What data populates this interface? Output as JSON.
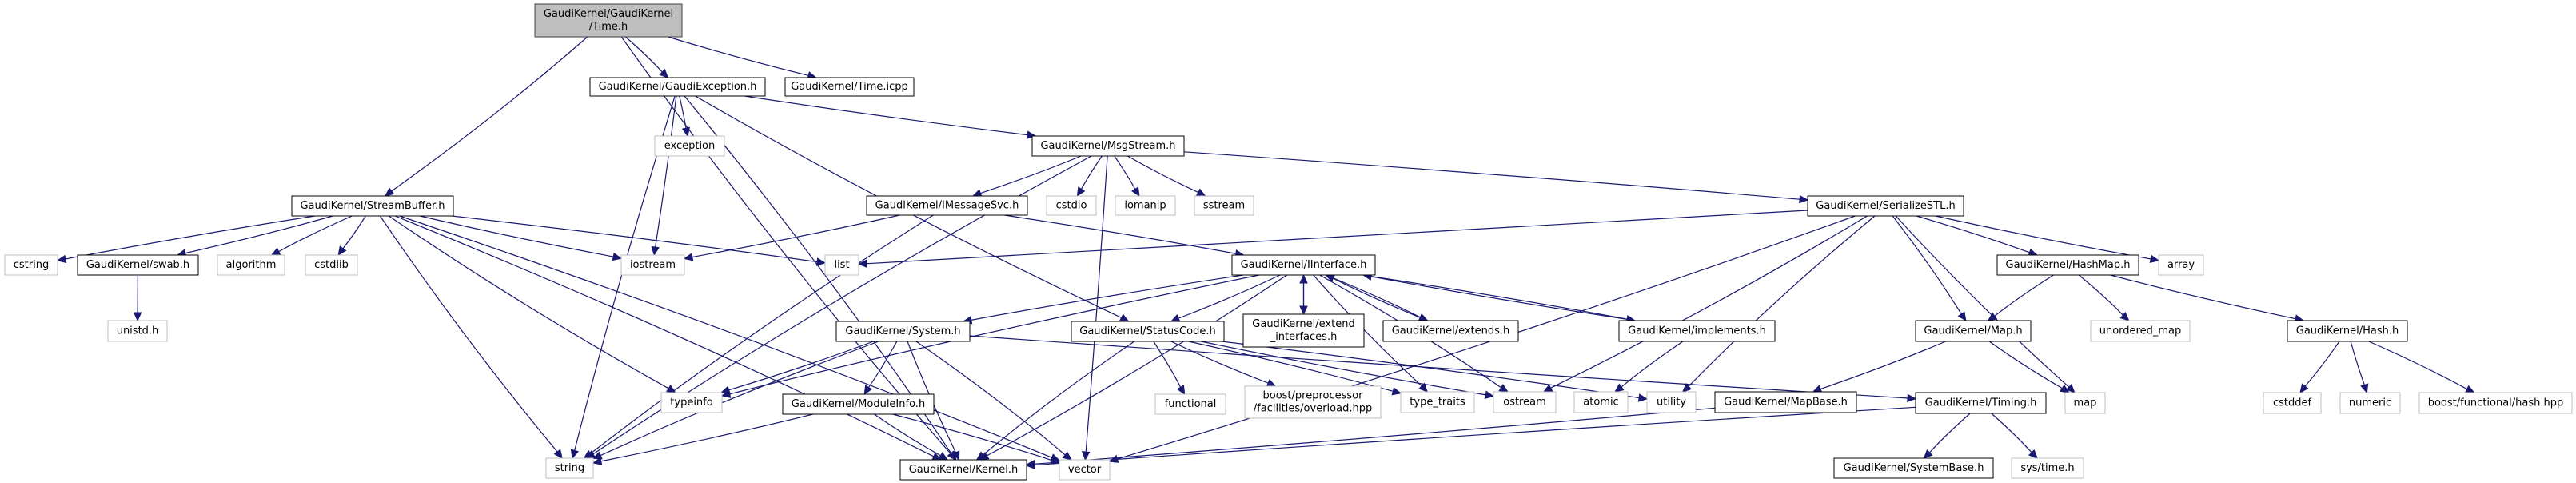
{
  "diagram": {
    "type": "include-dependency-graph",
    "colors": {
      "edge": "#191970",
      "root_fill": "#bfbfbf",
      "root_border": "#404040",
      "documented_border": "#000000",
      "external_border": "#bfbfbf",
      "node_fill": "#ffffff"
    },
    "nodes": [
      {
        "id": "time_h",
        "lines": [
          "GaudiKernel/GaudiKernel",
          "/Time.h"
        ],
        "kind": "root"
      },
      {
        "id": "gaudi_exception",
        "lines": [
          "GaudiKernel/GaudiException.h"
        ],
        "kind": "documented"
      },
      {
        "id": "time_icpp",
        "lines": [
          "GaudiKernel/Time.icpp"
        ],
        "kind": "documented"
      },
      {
        "id": "exception",
        "lines": [
          "exception"
        ],
        "kind": "external"
      },
      {
        "id": "msgstream",
        "lines": [
          "GaudiKernel/MsgStream.h"
        ],
        "kind": "documented"
      },
      {
        "id": "streambuffer",
        "lines": [
          "GaudiKernel/StreamBuffer.h"
        ],
        "kind": "documented"
      },
      {
        "id": "imessagesvc",
        "lines": [
          "GaudiKernel/IMessageSvc.h"
        ],
        "kind": "documented"
      },
      {
        "id": "cstdio",
        "lines": [
          "cstdio"
        ],
        "kind": "external"
      },
      {
        "id": "iomanip",
        "lines": [
          "iomanip"
        ],
        "kind": "external"
      },
      {
        "id": "sstream",
        "lines": [
          "sstream"
        ],
        "kind": "external"
      },
      {
        "id": "serializestl",
        "lines": [
          "GaudiKernel/SerializeSTL.h"
        ],
        "kind": "documented"
      },
      {
        "id": "cstring",
        "lines": [
          "cstring"
        ],
        "kind": "external"
      },
      {
        "id": "swab",
        "lines": [
          "GaudiKernel/swab.h"
        ],
        "kind": "documented"
      },
      {
        "id": "algorithm",
        "lines": [
          "algorithm"
        ],
        "kind": "external"
      },
      {
        "id": "cstdlib",
        "lines": [
          "cstdlib"
        ],
        "kind": "external"
      },
      {
        "id": "iostream",
        "lines": [
          "iostream"
        ],
        "kind": "external"
      },
      {
        "id": "list",
        "lines": [
          "list"
        ],
        "kind": "external"
      },
      {
        "id": "iinterface",
        "lines": [
          "GaudiKernel/IInterface.h"
        ],
        "kind": "documented"
      },
      {
        "id": "hashmap",
        "lines": [
          "GaudiKernel/HashMap.h"
        ],
        "kind": "documented"
      },
      {
        "id": "array",
        "lines": [
          "array"
        ],
        "kind": "external"
      },
      {
        "id": "unistd",
        "lines": [
          "unistd.h"
        ],
        "kind": "external"
      },
      {
        "id": "system",
        "lines": [
          "GaudiKernel/System.h"
        ],
        "kind": "documented"
      },
      {
        "id": "statuscode",
        "lines": [
          "GaudiKernel/StatusCode.h"
        ],
        "kind": "documented"
      },
      {
        "id": "extend_interfaces",
        "lines": [
          "GaudiKernel/extend",
          "_interfaces.h"
        ],
        "kind": "documented"
      },
      {
        "id": "extends",
        "lines": [
          "GaudiKernel/extends.h"
        ],
        "kind": "documented"
      },
      {
        "id": "implements",
        "lines": [
          "GaudiKernel/implements.h"
        ],
        "kind": "documented"
      },
      {
        "id": "map_h",
        "lines": [
          "GaudiKernel/Map.h"
        ],
        "kind": "documented"
      },
      {
        "id": "unordered_map",
        "lines": [
          "unordered_map"
        ],
        "kind": "external"
      },
      {
        "id": "hash_h",
        "lines": [
          "GaudiKernel/Hash.h"
        ],
        "kind": "documented"
      },
      {
        "id": "typeinfo",
        "lines": [
          "typeinfo"
        ],
        "kind": "external"
      },
      {
        "id": "moduleinfo",
        "lines": [
          "GaudiKernel/ModuleInfo.h"
        ],
        "kind": "documented"
      },
      {
        "id": "functional",
        "lines": [
          "functional"
        ],
        "kind": "external"
      },
      {
        "id": "boost_pp",
        "lines": [
          "boost/preprocessor",
          "/facilities/overload.hpp"
        ],
        "kind": "external"
      },
      {
        "id": "type_traits",
        "lines": [
          "type_traits"
        ],
        "kind": "external"
      },
      {
        "id": "ostream",
        "lines": [
          "ostream"
        ],
        "kind": "external"
      },
      {
        "id": "atomic",
        "lines": [
          "atomic"
        ],
        "kind": "external"
      },
      {
        "id": "utility",
        "lines": [
          "utility"
        ],
        "kind": "external"
      },
      {
        "id": "mapbase",
        "lines": [
          "GaudiKernel/MapBase.h"
        ],
        "kind": "documented"
      },
      {
        "id": "timing",
        "lines": [
          "GaudiKernel/Timing.h"
        ],
        "kind": "documented"
      },
      {
        "id": "map",
        "lines": [
          "map"
        ],
        "kind": "external"
      },
      {
        "id": "cstddef",
        "lines": [
          "cstddef"
        ],
        "kind": "external"
      },
      {
        "id": "numeric",
        "lines": [
          "numeric"
        ],
        "kind": "external"
      },
      {
        "id": "boost_hash",
        "lines": [
          "boost/functional/hash.hpp"
        ],
        "kind": "external"
      },
      {
        "id": "string",
        "lines": [
          "string"
        ],
        "kind": "external"
      },
      {
        "id": "kernel",
        "lines": [
          "GaudiKernel/Kernel.h"
        ],
        "kind": "documented"
      },
      {
        "id": "vector",
        "lines": [
          "vector"
        ],
        "kind": "external"
      },
      {
        "id": "systembase",
        "lines": [
          "GaudiKernel/SystemBase.h"
        ],
        "kind": "documented"
      },
      {
        "id": "sys_time",
        "lines": [
          "sys/time.h"
        ],
        "kind": "external"
      }
    ],
    "edges": [
      [
        "time_h",
        "gaudi_exception"
      ],
      [
        "time_h",
        "time_icpp"
      ],
      [
        "time_h",
        "streambuffer"
      ],
      [
        "time_h",
        "kernel"
      ],
      [
        "gaudi_exception",
        "exception"
      ],
      [
        "gaudi_exception",
        "msgstream"
      ],
      [
        "gaudi_exception",
        "iostream"
      ],
      [
        "gaudi_exception",
        "string"
      ],
      [
        "gaudi_exception",
        "kernel"
      ],
      [
        "gaudi_exception",
        "statuscode"
      ],
      [
        "msgstream",
        "imessagesvc"
      ],
      [
        "msgstream",
        "cstdio"
      ],
      [
        "msgstream",
        "iomanip"
      ],
      [
        "msgstream",
        "sstream"
      ],
      [
        "msgstream",
        "serializestl"
      ],
      [
        "msgstream",
        "string"
      ],
      [
        "msgstream",
        "vector"
      ],
      [
        "streambuffer",
        "cstring"
      ],
      [
        "streambuffer",
        "swab"
      ],
      [
        "streambuffer",
        "algorithm"
      ],
      [
        "streambuffer",
        "cstdlib"
      ],
      [
        "streambuffer",
        "iostream"
      ],
      [
        "streambuffer",
        "list"
      ],
      [
        "streambuffer",
        "string"
      ],
      [
        "streambuffer",
        "kernel"
      ],
      [
        "streambuffer",
        "typeinfo"
      ],
      [
        "streambuffer",
        "vector"
      ],
      [
        "swab",
        "unistd"
      ],
      [
        "imessagesvc",
        "iostream"
      ],
      [
        "imessagesvc",
        "string"
      ],
      [
        "imessagesvc",
        "iinterface"
      ],
      [
        "serializestl",
        "list"
      ],
      [
        "serializestl",
        "hashmap"
      ],
      [
        "serializestl",
        "array"
      ],
      [
        "serializestl",
        "map_h"
      ],
      [
        "serializestl",
        "map"
      ],
      [
        "serializestl",
        "ostream"
      ],
      [
        "serializestl",
        "utility"
      ],
      [
        "serializestl",
        "vector"
      ],
      [
        "iinterface",
        "system"
      ],
      [
        "iinterface",
        "statuscode"
      ],
      [
        "iinterface",
        "extend_interfaces"
      ],
      [
        "iinterface",
        "extends"
      ],
      [
        "iinterface",
        "implements"
      ],
      [
        "iinterface",
        "kernel"
      ],
      [
        "iinterface",
        "typeinfo"
      ],
      [
        "iinterface",
        "ostream"
      ],
      [
        "iinterface",
        "type_traits"
      ],
      [
        "extend_interfaces",
        "iinterface"
      ],
      [
        "extends",
        "iinterface"
      ],
      [
        "implements",
        "iinterface"
      ],
      [
        "implements",
        "atomic"
      ],
      [
        "system",
        "moduleinfo"
      ],
      [
        "system",
        "kernel"
      ],
      [
        "system",
        "typeinfo"
      ],
      [
        "system",
        "string"
      ],
      [
        "system",
        "vector"
      ],
      [
        "system",
        "timing"
      ],
      [
        "statuscode",
        "functional"
      ],
      [
        "statuscode",
        "boost_pp"
      ],
      [
        "statuscode",
        "type_traits"
      ],
      [
        "statuscode",
        "ostream"
      ],
      [
        "statuscode",
        "utility"
      ],
      [
        "statuscode",
        "kernel"
      ],
      [
        "moduleinfo",
        "string"
      ],
      [
        "moduleinfo",
        "kernel"
      ],
      [
        "moduleinfo",
        "vector"
      ],
      [
        "hashmap",
        "map_h"
      ],
      [
        "hashmap",
        "unordered_map"
      ],
      [
        "hashmap",
        "hash_h"
      ],
      [
        "map_h",
        "mapbase"
      ],
      [
        "map_h",
        "map"
      ],
      [
        "mapbase",
        "kernel"
      ],
      [
        "timing",
        "systembase"
      ],
      [
        "timing",
        "sys_time"
      ],
      [
        "timing",
        "kernel"
      ],
      [
        "hash_h",
        "cstddef"
      ],
      [
        "hash_h",
        "numeric"
      ],
      [
        "hash_h",
        "boost_hash"
      ]
    ]
  }
}
